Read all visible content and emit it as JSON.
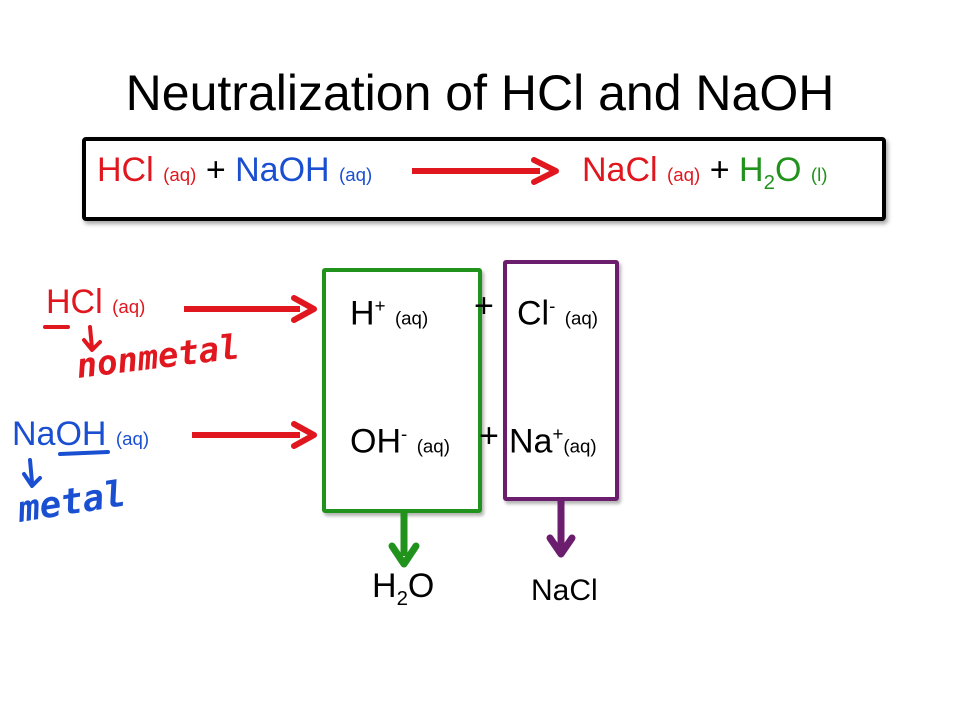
{
  "slide": {
    "title": "Neutralization of HCl and NaOH",
    "equation": {
      "r1": "HCl",
      "r1_state": "(aq)",
      "plus1": "+",
      "r2": "NaOH",
      "r2_state": "(aq)",
      "p1": "NaCl",
      "p1_state": "(aq)",
      "plus2": "+",
      "p2_h": "H",
      "p2_sub": "2",
      "p2_o": "O",
      "p2_state": "(l)"
    },
    "row1": {
      "reactant": "HCl",
      "reactant_state": "(aq)",
      "ion1": "H",
      "ion1_charge": "+",
      "ion1_state": "(aq)",
      "plus": "+",
      "ion2": "Cl",
      "ion2_charge": "-",
      "ion2_state": "(aq)"
    },
    "row2": {
      "reactant_a": "Na",
      "reactant_b": "OH",
      "reactant_state": "(aq)",
      "ion1": "OH",
      "ion1_charge": "-",
      "ion1_state": "(aq)",
      "plus": "+",
      "ion2": "Na",
      "ion2_charge": "+",
      "ion2_state": "(aq)"
    },
    "handwritten": {
      "note1": "nonmetal",
      "note2": "metal"
    },
    "products": {
      "water_h": "H",
      "water_sub": "2",
      "water_o": "O",
      "salt": "NaCl"
    },
    "colors": {
      "red": "#e0171f",
      "blue": "#1a4fd1",
      "green": "#21921c",
      "purple": "#6b1d6e"
    }
  }
}
